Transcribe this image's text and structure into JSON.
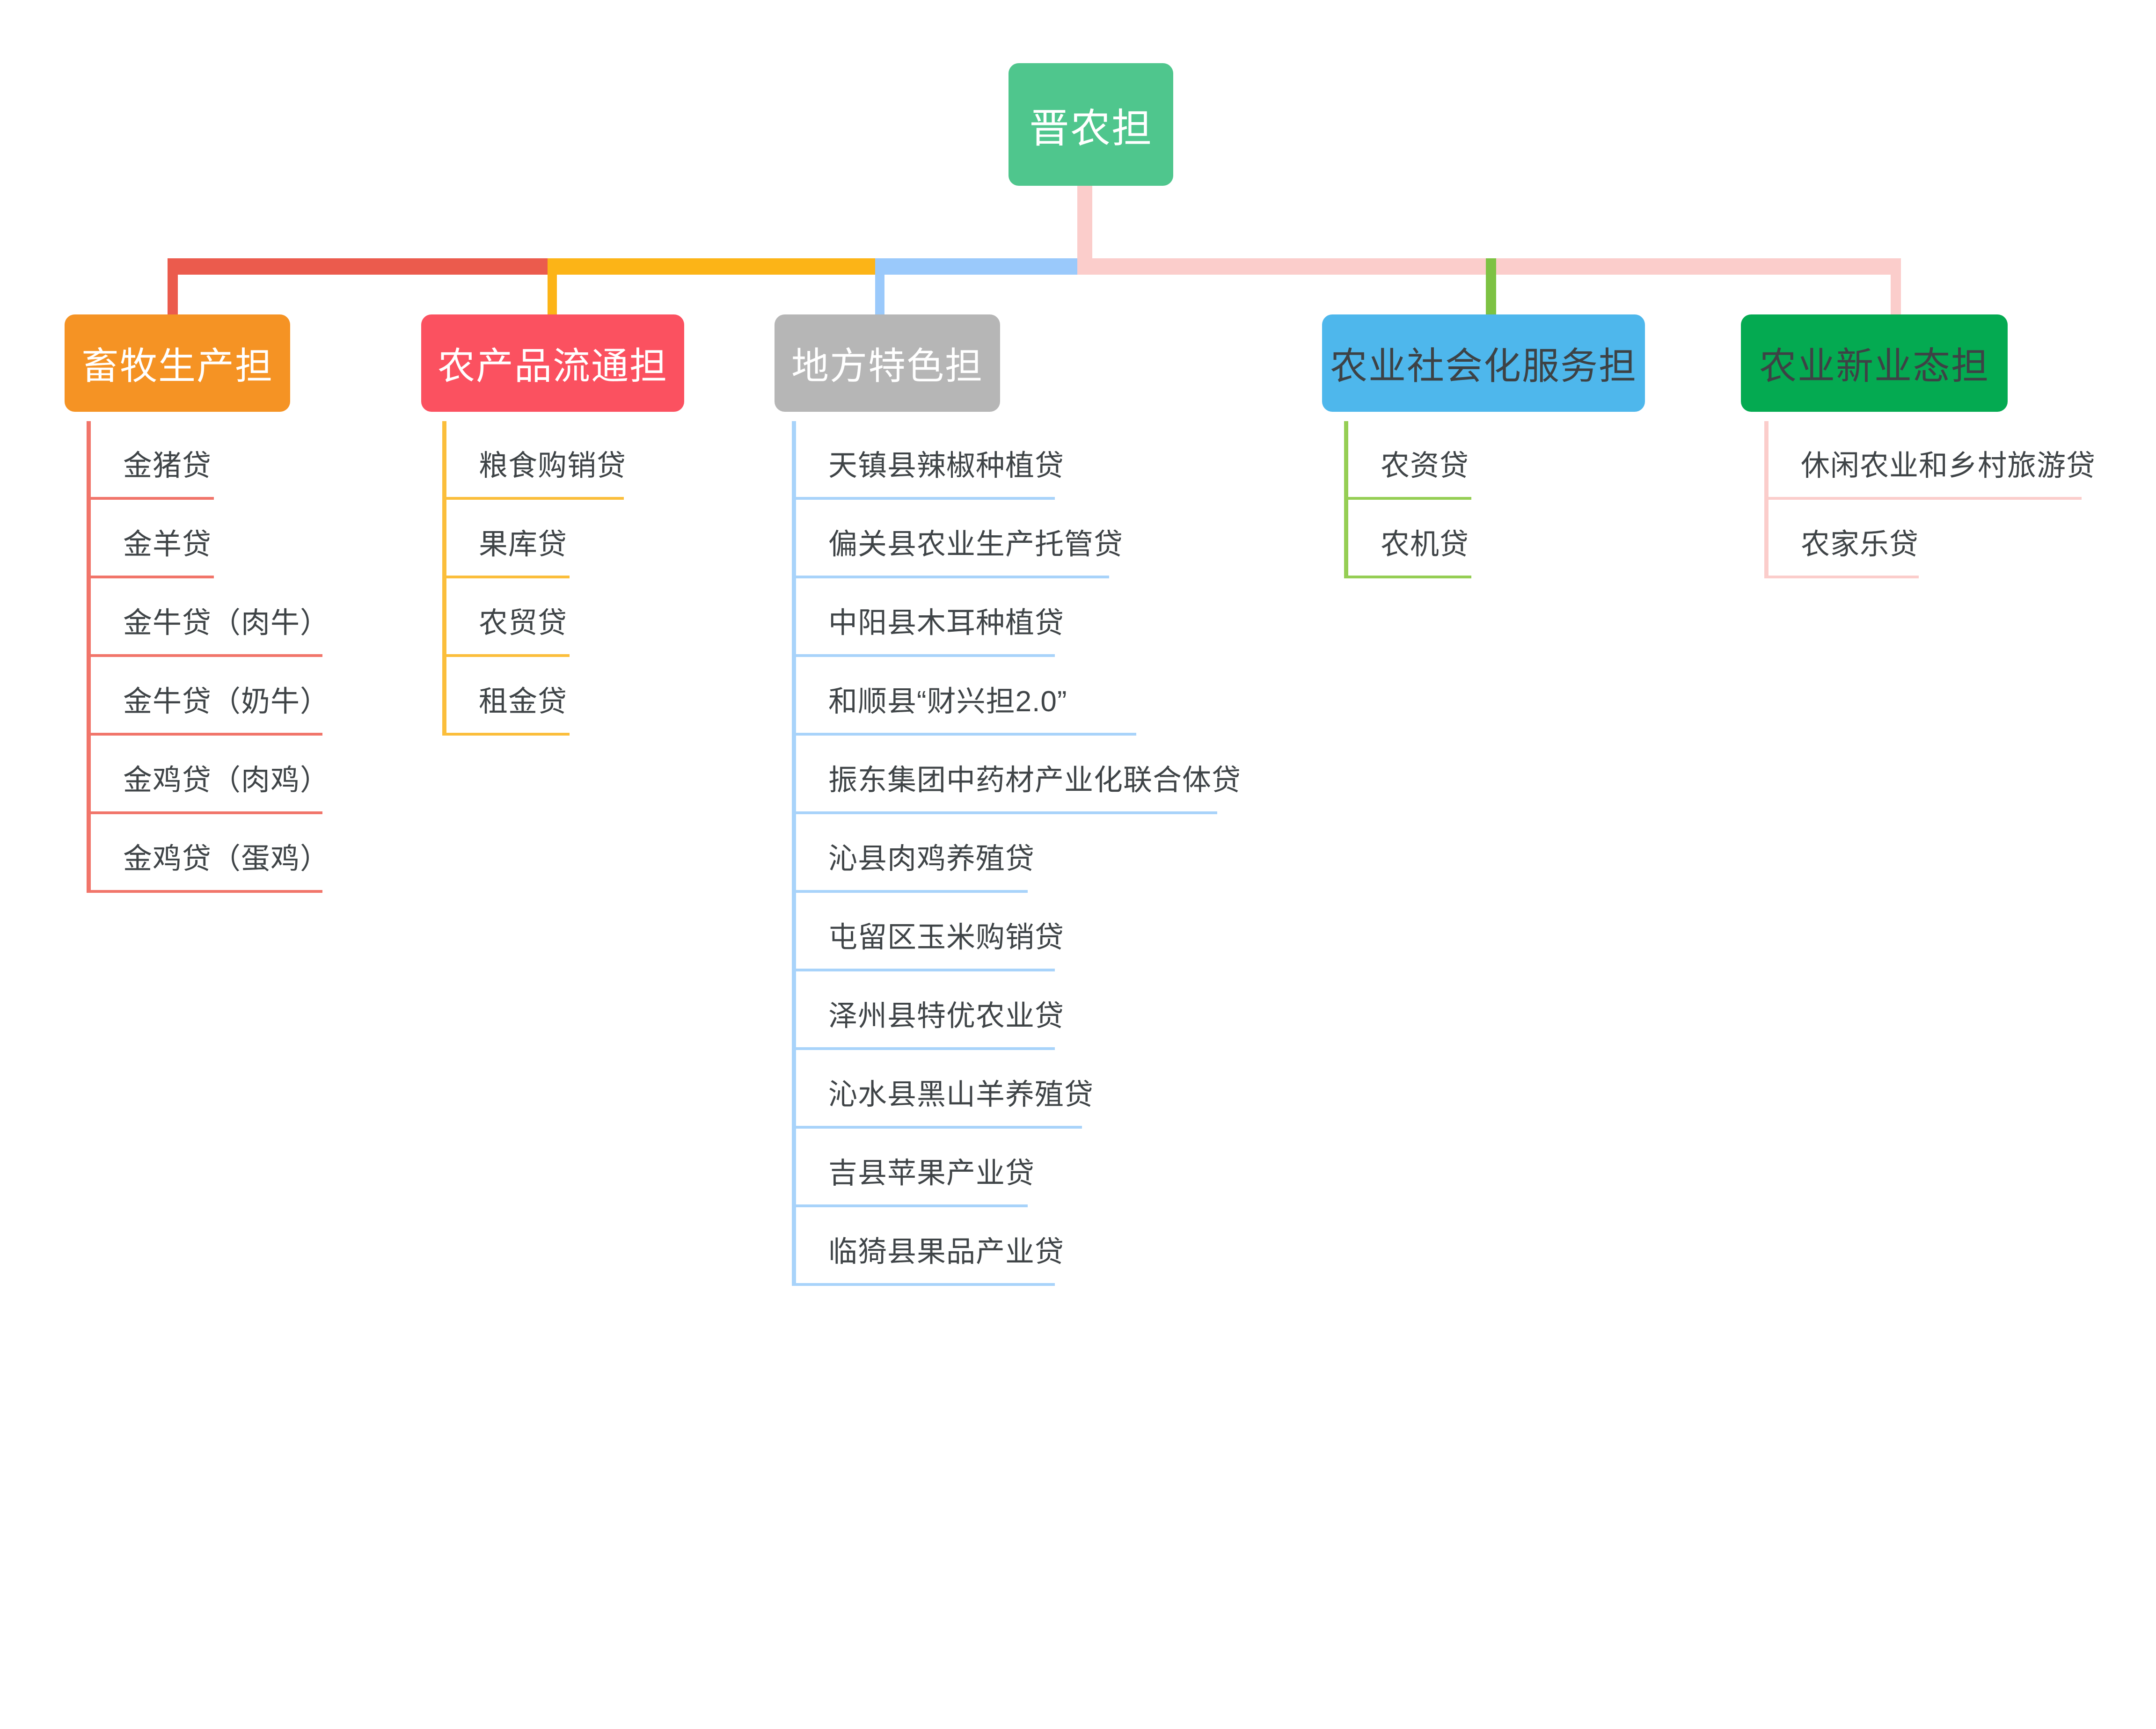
{
  "diagram": {
    "type": "tree",
    "root": {
      "label": "晋农担",
      "fill": "#4FC68D",
      "text_color": "#ffffff"
    },
    "stem_color": "#FBCDCB",
    "branches": [
      {
        "label": "畜牧生产担",
        "fill": "#F59324",
        "text_color": "#ffffff",
        "stem_color": "#EB5B4D",
        "trunk_color": "#EB5B4D",
        "leaf_color": "#F1756A",
        "children": [
          "金猪贷",
          "金羊贷",
          "金牛贷（肉牛）",
          "金牛贷（奶牛）",
          "金鸡贷（肉鸡）",
          "金鸡贷（蛋鸡）"
        ]
      },
      {
        "label": "农产品流通担",
        "fill": "#FB5160",
        "text_color": "#ffffff",
        "stem_color": "#FCB417",
        "trunk_color": "#FCB417",
        "leaf_color": "#FBBE3B",
        "children": [
          "粮食购销贷",
          "果库贷",
          "农贸贷",
          "租金贷"
        ]
      },
      {
        "label": "地方特色担",
        "fill": "#B6B6B6",
        "text_color": "#ffffff",
        "stem_color": "#9AC9FB",
        "trunk_color": "#9AC9FB",
        "leaf_color": "#A8D3FA",
        "children": [
          "天镇县辣椒种植贷",
          "偏关县农业生产托管贷",
          "中阳县木耳种植贷",
          "和顺县“财兴担2.0”",
          "振东集团中药材产业化联合体贷",
          "沁县肉鸡养殖贷",
          "屯留区玉米购销贷",
          "泽州县特优农业贷",
          "沁水县黑山羊养殖贷",
          "吉县苹果产业贷",
          "临猗县果品产业贷"
        ]
      },
      {
        "label": "农业社会化服务担",
        "fill": "#4EB7EC",
        "text_color": "#3D4245",
        "stem_color": "#7DC243",
        "trunk_color": "#FBCDCB",
        "leaf_color": "#95CE54",
        "children": [
          "农资贷",
          "农机贷"
        ]
      },
      {
        "label": "农业新业态担",
        "fill": "#04AA51",
        "text_color": "#3D4245",
        "stem_color": "#FBCDCB",
        "trunk_color": "#FBCDCB",
        "leaf_color": "#FBCDCB",
        "children": [
          "休闲农业和乡村旅游贷",
          "农家乐贷"
        ]
      }
    ]
  }
}
